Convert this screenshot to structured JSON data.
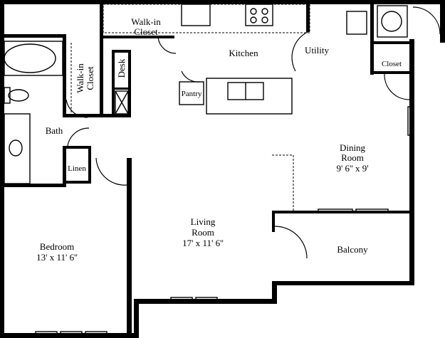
{
  "rooms": {
    "walkin_closet_top": {
      "line1": "Walk-in",
      "line2": "Closet"
    },
    "kitchen": {
      "name": "Kitchen"
    },
    "utility": {
      "name": "Utility"
    },
    "closet": {
      "name": "Closet"
    },
    "desk": {
      "name": "Desk"
    },
    "walkin_closet_side": {
      "line1": "Walk-in",
      "line2": "Closet"
    },
    "pantry": {
      "name": "Pantry"
    },
    "bath": {
      "name": "Bath"
    },
    "linen": {
      "name": "Linen"
    },
    "dining": {
      "line1": "Dining",
      "line2": "Room",
      "dims": "9' 6'' x 9'"
    },
    "living": {
      "line1": "Living",
      "line2": "Room",
      "dims": "17' x 11' 6''"
    },
    "bedroom": {
      "name": "Bedroom",
      "dims": "13' x 11' 6''"
    },
    "balcony": {
      "name": "Balcony"
    }
  }
}
